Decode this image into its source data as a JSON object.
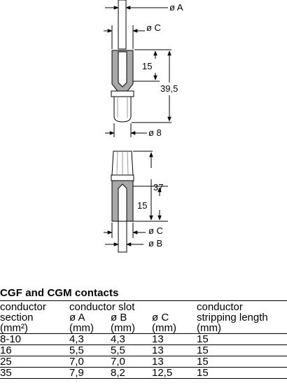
{
  "drawing": {
    "pin_contact": {
      "dim_a_label": "ø A",
      "dim_c_label": "ø C",
      "dim_15_label": "15",
      "dim_total_label": "39,5",
      "dim_8_label": "ø 8"
    },
    "socket_contact": {
      "dim_37_label": "37",
      "dim_15_label": "15",
      "dim_c_label": "ø C",
      "dim_b_label": "ø B"
    }
  },
  "table": {
    "title": "CGF and CGM contacts",
    "header_row1": [
      "conductor",
      "conductor slot",
      "",
      "",
      "conductor"
    ],
    "header_row2": [
      "section",
      "ø A",
      "ø B",
      "ø C",
      "stripping length"
    ],
    "header_row3": [
      "(mm²)",
      "(mm)",
      "(mm)",
      "(mm)",
      "(mm)"
    ],
    "rows": [
      [
        "8-10",
        "4,3",
        "4,3",
        "13",
        "15"
      ],
      [
        "16",
        "5,5",
        "5,5",
        "13",
        "15"
      ],
      [
        "25",
        "7,0",
        "7,0",
        "13",
        "15"
      ],
      [
        "35",
        "7,9",
        "8,2",
        "12,5",
        "15"
      ]
    ]
  }
}
